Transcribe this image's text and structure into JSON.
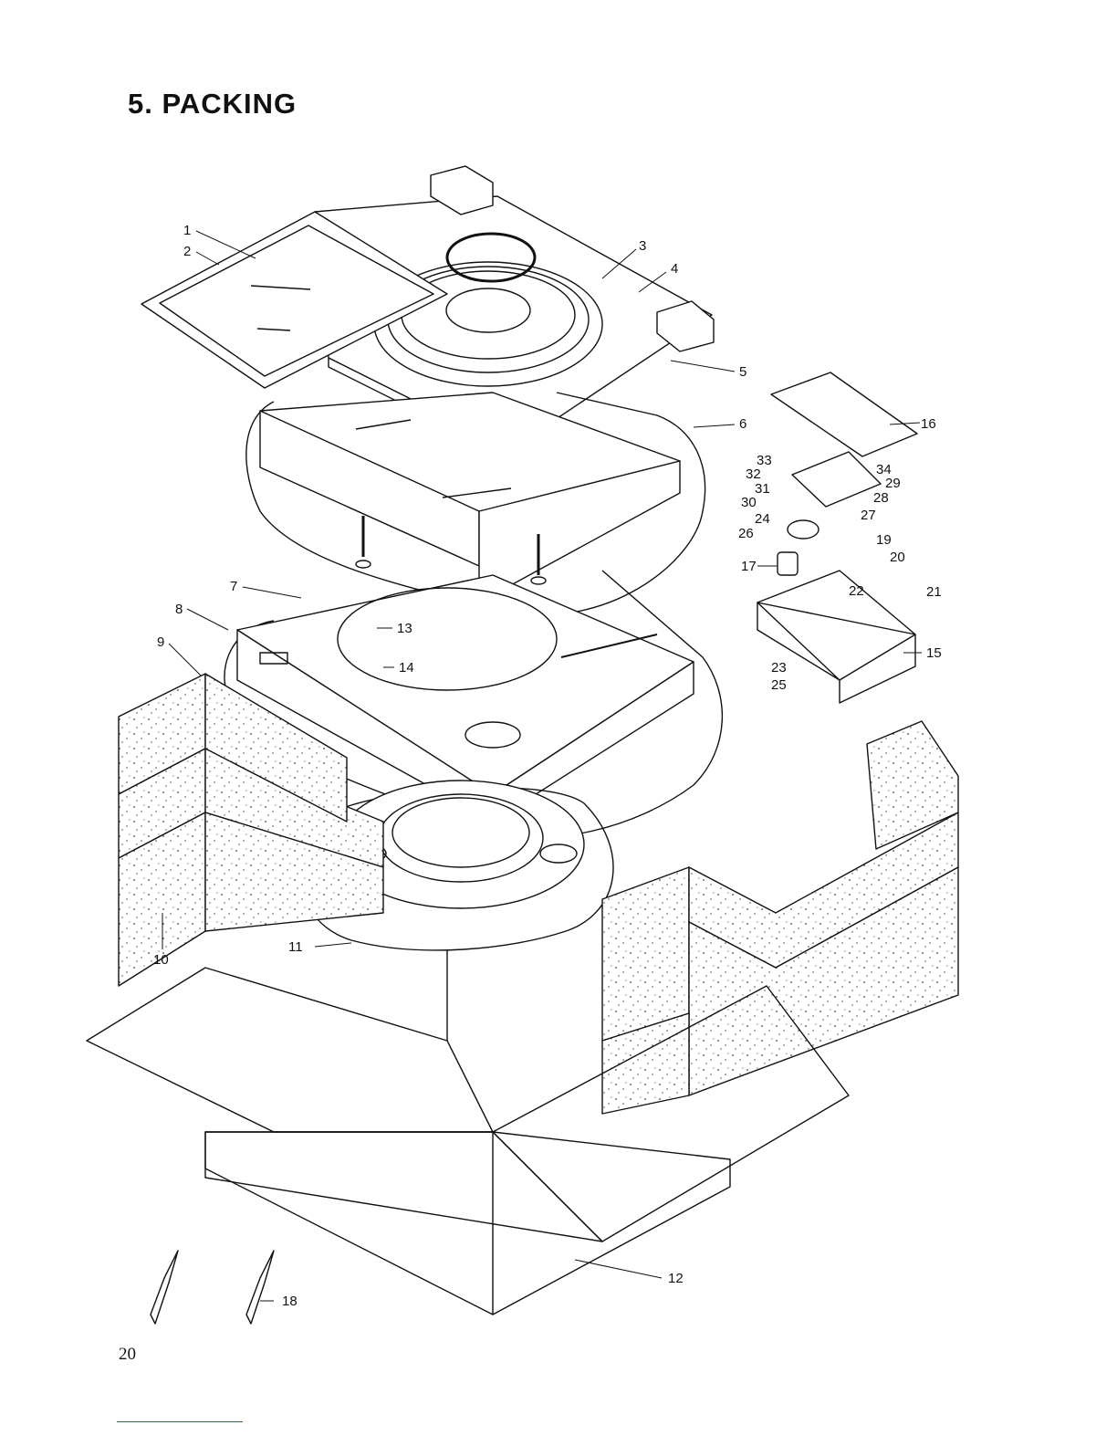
{
  "title": "5. PACKING",
  "page_number": "20",
  "callouts": [
    "1",
    "2",
    "3",
    "4",
    "5",
    "6",
    "7",
    "8",
    "9",
    "10",
    "11",
    "12",
    "13",
    "14",
    "15",
    "16",
    "17",
    "18",
    "19",
    "20",
    "21",
    "22",
    "23",
    "24",
    "25",
    "26",
    "27",
    "28",
    "29",
    "30",
    "31",
    "32",
    "33",
    "34"
  ]
}
